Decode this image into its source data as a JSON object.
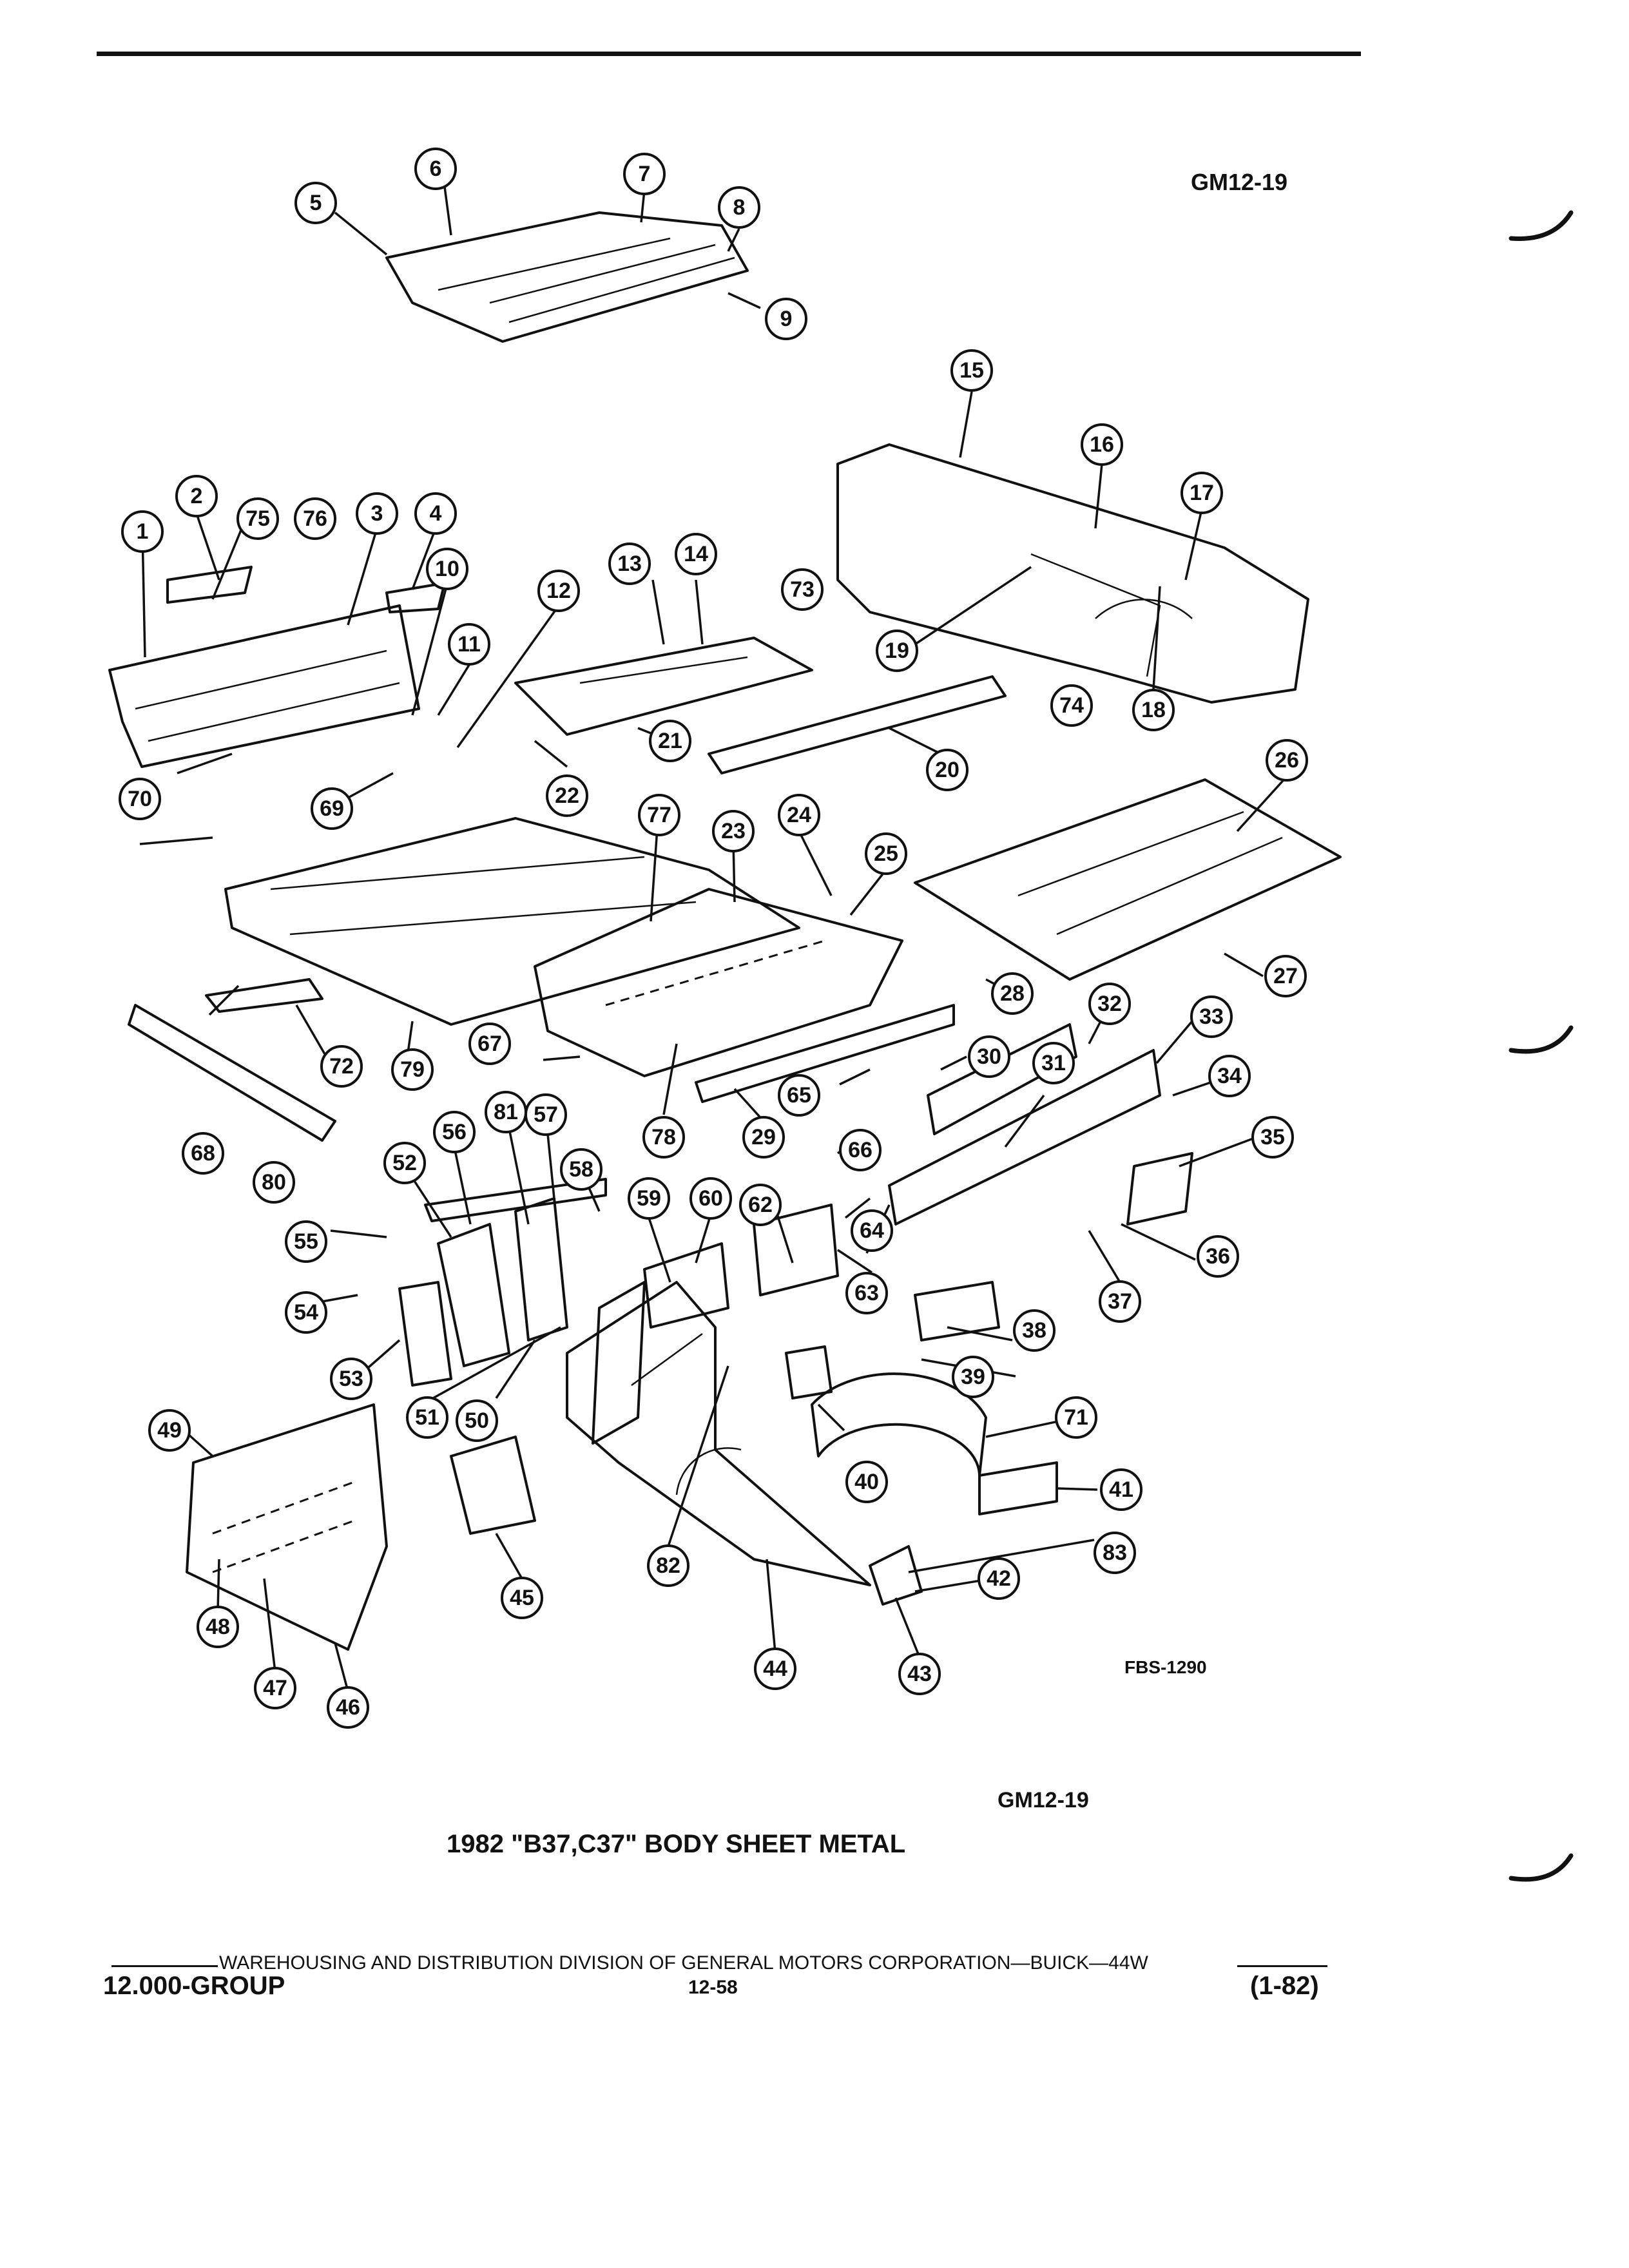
{
  "header": {
    "figure_code": "GM12-19"
  },
  "diagram": {
    "reference": "FBS-1290",
    "figure_code": "GM12-19",
    "callouts": [
      "1",
      "2",
      "3",
      "4",
      "5",
      "6",
      "7",
      "8",
      "9",
      "10",
      "11",
      "12",
      "13",
      "14",
      "15",
      "16",
      "17",
      "18",
      "19",
      "20",
      "21",
      "22",
      "23",
      "24",
      "25",
      "26",
      "27",
      "28",
      "29",
      "30",
      "31",
      "32",
      "33",
      "34",
      "35",
      "36",
      "37",
      "38",
      "39",
      "40",
      "41",
      "42",
      "43",
      "44",
      "45",
      "46",
      "47",
      "48",
      "49",
      "50",
      "51",
      "52",
      "53",
      "54",
      "55",
      "56",
      "57",
      "58",
      "59",
      "60",
      "62",
      "63",
      "64",
      "65",
      "66",
      "67",
      "68",
      "69",
      "70",
      "71",
      "72",
      "73",
      "74",
      "75",
      "76",
      "77",
      "78",
      "79",
      "80",
      "81",
      "82",
      "83"
    ]
  },
  "caption": "1982 \"B37,C37\" BODY SHEET METAL",
  "footer": {
    "division": "WAREHOUSING AND DISTRIBUTION DIVISION OF GENERAL MOTORS CORPORATION—BUICK—44W",
    "group": "12.000-GROUP",
    "page": "12-58",
    "date": "(1-82)"
  }
}
